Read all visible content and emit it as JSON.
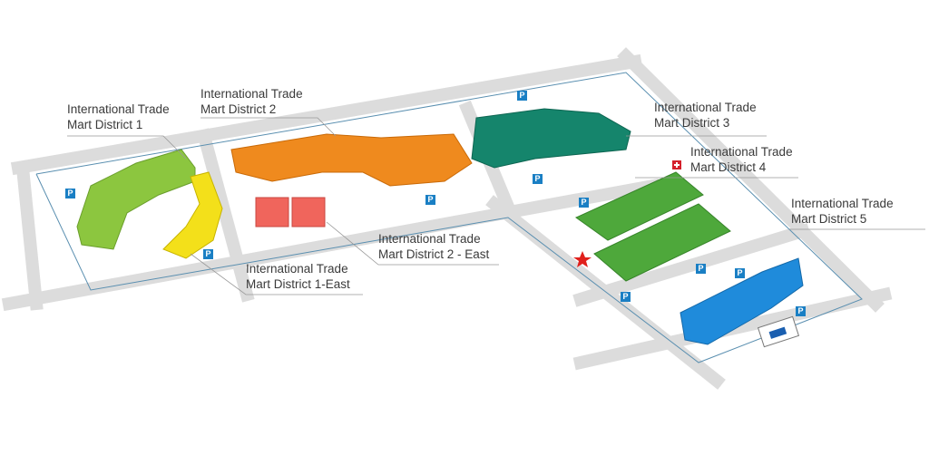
{
  "map": {
    "districts": [
      {
        "id": "d1",
        "line1": "International Trade",
        "line2": "Mart District 1",
        "color": "#8cc63f"
      },
      {
        "id": "d1e",
        "line1": "International Trade",
        "line2": "Mart District 1-East",
        "color": "#f3e01a"
      },
      {
        "id": "d2",
        "line1": "International Trade",
        "line2": "Mart District 2",
        "color": "#ef8a1e"
      },
      {
        "id": "d2e",
        "line1": "International Trade",
        "line2": "Mart District 2 - East",
        "color": "#f0655c"
      },
      {
        "id": "d3",
        "line1": "International Trade",
        "line2": "Mart District 3",
        "color": "#15856c"
      },
      {
        "id": "d4",
        "line1": "International Trade",
        "line2": "Mart District 4",
        "color": "#4ea83b"
      },
      {
        "id": "d5",
        "line1": "International Trade",
        "line2": "Mart District 5",
        "color": "#1f8bdb"
      }
    ],
    "parking_label": "P",
    "colors": {
      "road": "#dcdcdc",
      "boundary": "#5a8fb0",
      "parking": "#1a7fc4",
      "star": "#e0201c"
    }
  }
}
